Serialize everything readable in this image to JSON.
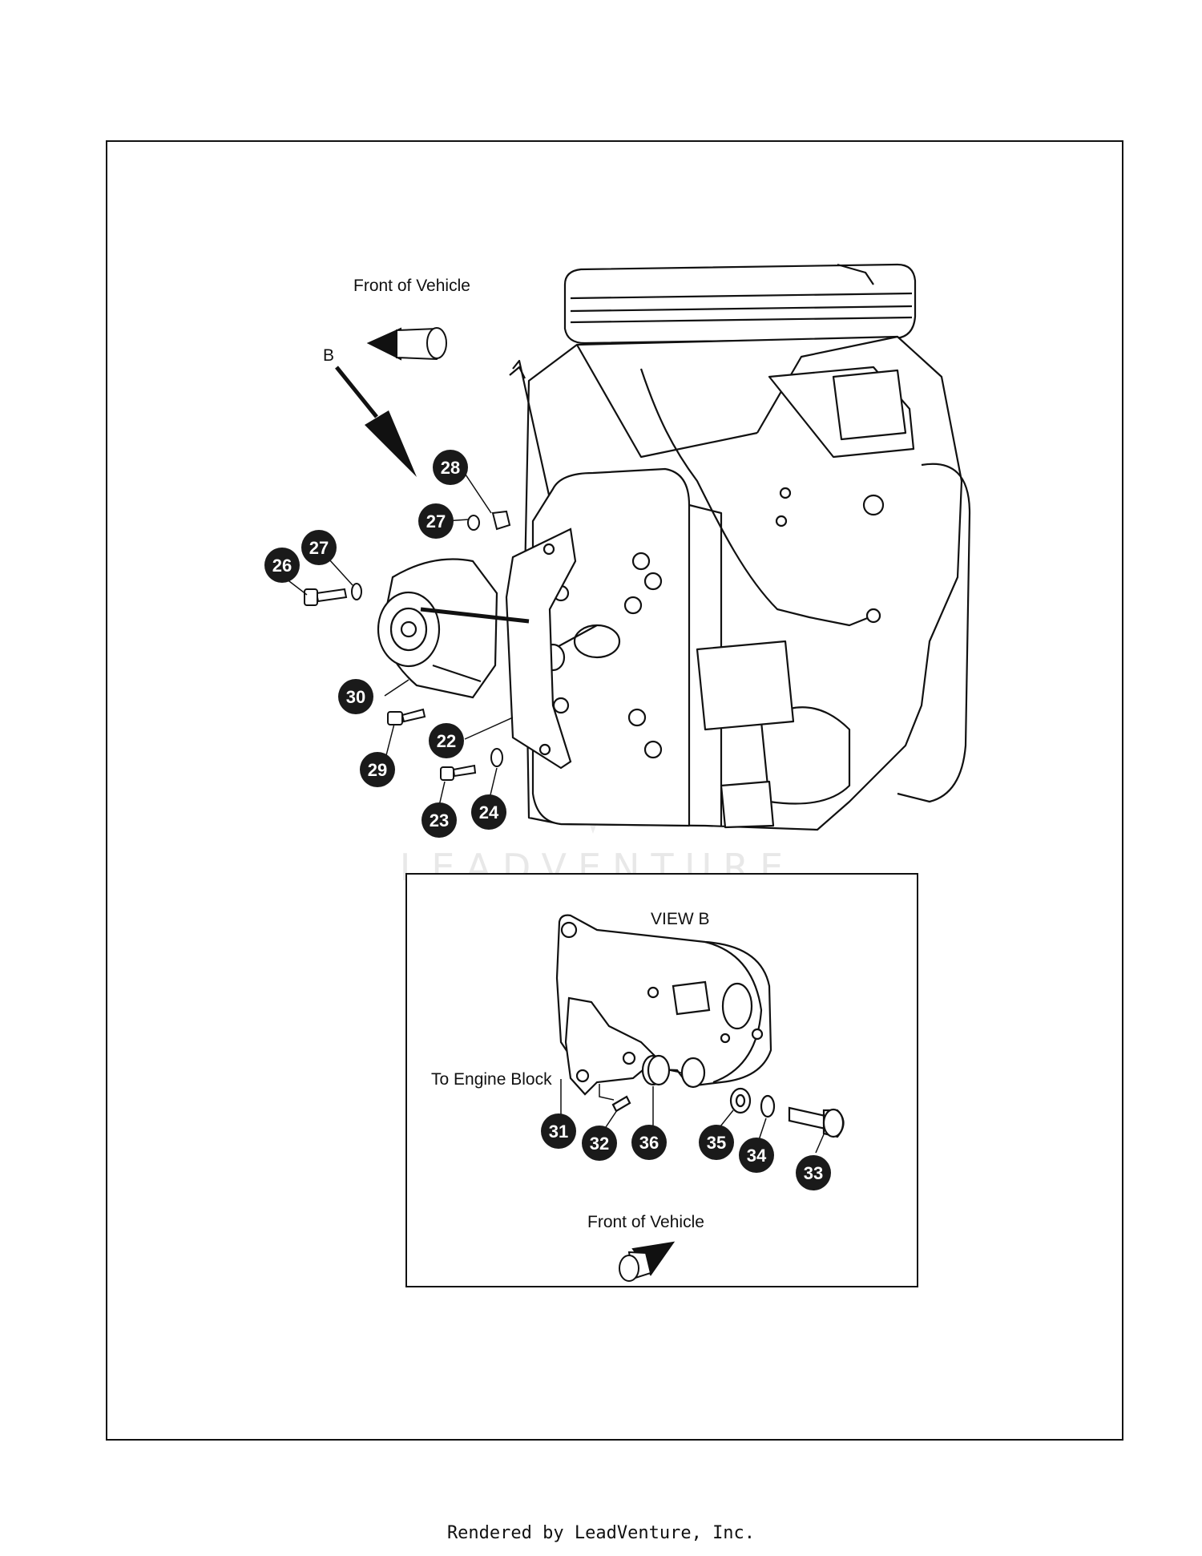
{
  "labels": {
    "front_of_vehicle_main": "Front of Vehicle",
    "view_marker": "B",
    "view_b_title": "VIEW B",
    "to_engine_block": "To Engine Block",
    "front_of_vehicle_inset": "Front of Vehicle"
  },
  "watermark": {
    "text": "LEADVENTURE"
  },
  "callouts": {
    "c22": "22",
    "c23": "23",
    "c24": "24",
    "c26": "26",
    "c27a": "27",
    "c27b": "27",
    "c28": "28",
    "c29": "29",
    "c30": "30",
    "c31": "31",
    "c32": "32",
    "c33": "33",
    "c34": "34",
    "c35": "35",
    "c36": "36"
  },
  "footer": {
    "text": "Rendered by LeadVenture, Inc."
  },
  "colors": {
    "callout_fill": "#1a1a1a",
    "line": "#111111",
    "watermark": "#e6e6e6"
  }
}
